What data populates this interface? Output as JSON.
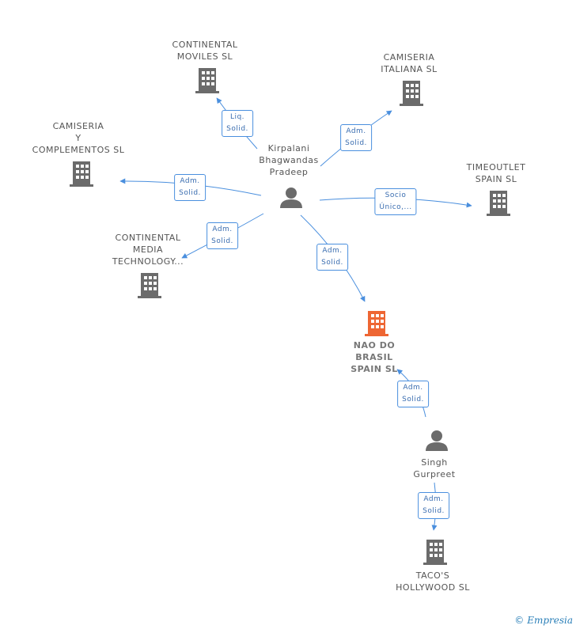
{
  "colors": {
    "edge": "#4a8fde",
    "building": "#6b6b6b",
    "building_focus": "#ee6633",
    "person": "#6b6b6b"
  },
  "nodes": {
    "continental_moviles": {
      "label": "CONTINENTAL\nMOVILES  SL",
      "icon": "building-icon"
    },
    "camiseria_italiana": {
      "label": "CAMISERIA\nITALIANA SL",
      "icon": "building-icon"
    },
    "camiseria_complementos": {
      "label": "CAMISERIA\nY\nCOMPLEMENTOS SL",
      "icon": "building-icon"
    },
    "kirpalani": {
      "label": "Kirpalani\nBhagwandas\nPradeep",
      "icon": "person-icon"
    },
    "timeoutlet": {
      "label": "TIMEOUTLET\nSPAIN  SL",
      "icon": "building-icon"
    },
    "continental_media": {
      "label": "CONTINENTAL\nMEDIA\nTECHNOLOGY...",
      "icon": "building-icon"
    },
    "nao_do_brasil": {
      "label": "NAO DO\nBRASIL\nSPAIN  SL",
      "icon": "building-icon"
    },
    "singh": {
      "label": "Singh\nGurpreet",
      "icon": "person-icon"
    },
    "tacos": {
      "label": "TACO'S\nHOLLYWOOD SL",
      "icon": "building-icon"
    }
  },
  "edges": {
    "e1": "Liq.\nSolid.",
    "e2": "Adm.\nSolid.",
    "e3": "Adm.\nSolid.",
    "e4": "Socio\nÚnico,...",
    "e5": "Adm.\nSolid.",
    "e6": "Adm.\nSolid.",
    "e7": "Adm.\nSolid.",
    "e8": "Adm.\nSolid."
  },
  "brand": {
    "copyright": "©",
    "name": "Empresia"
  }
}
